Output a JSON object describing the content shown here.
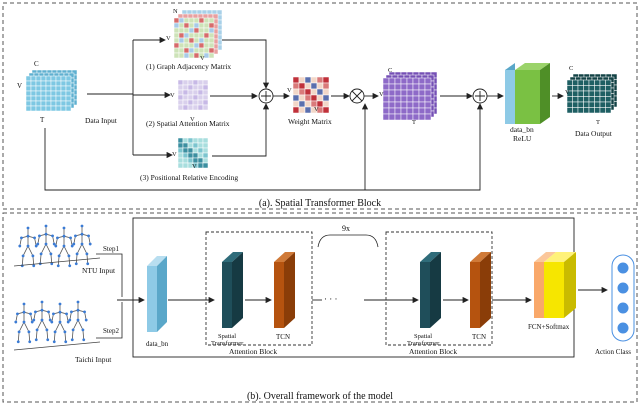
{
  "top_panel": {
    "caption": "(a). Spatial Transformer Block",
    "input_label": "Data Input",
    "matrix1_label": "(1) Graph Adjacency Matrix",
    "matrix2_label": "(2) Spatial Attention Matrix",
    "matrix3_label": "(3) Positional Relative Encoding",
    "weight_label": "Weight Matrix",
    "bn_label": "data_bn",
    "relu_label": "ReLU",
    "output_label": "Data Output",
    "axis_c": "C",
    "axis_v": "V",
    "axis_t": "T",
    "axis_n": "N"
  },
  "bottom_panel": {
    "caption": "(b). Overall framework of the model",
    "ntu_label": "NTU Input",
    "taichi_label": "Taichi Input",
    "step1": "Step1",
    "step2": "Step2",
    "bn_label": "data_bn",
    "st_label_1": "Spatial",
    "st_label_2": "Transformer",
    "tcn_label": "TCN",
    "attention_block": "Attention Block",
    "repeat_label": "9x",
    "ellipsis": "· · ·",
    "fcn_label": "FCN+Softmax",
    "action_label": "Action Class"
  },
  "colors": {
    "input_grid": "#7ec8e3",
    "adjacency_grid": "#cde3b8",
    "attention_grid": "#d9d0ec",
    "encoding_grid": "#a8dede",
    "weight_red": "#c0313a",
    "weight_light": "#f2d7c8",
    "weight_blue": "#5a6fae",
    "output_grid": "#8e6ac8",
    "final_grid": "#1e5f63",
    "bn": "#8ecae6",
    "relu": "#7ac143",
    "transformer": "#1f4e5a",
    "tcn": "#b5530f",
    "fcn": "#f9a86a",
    "softmax": "#f6e600",
    "node": "#4a90e2"
  }
}
